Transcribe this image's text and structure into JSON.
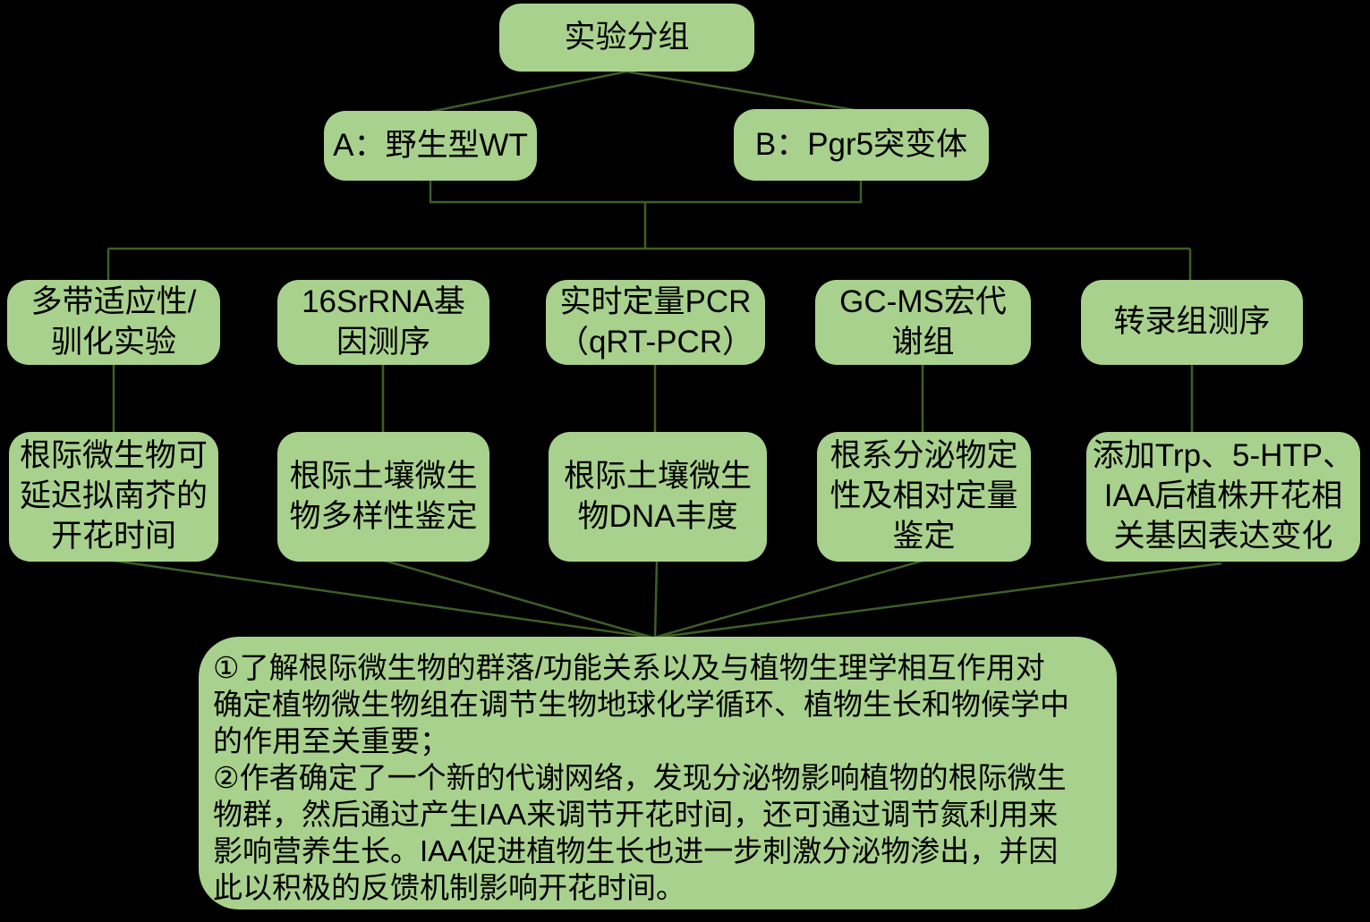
{
  "diagram": {
    "title_node": {
      "label": "实验分组"
    },
    "groups": [
      {
        "label": "A：野生型WT"
      },
      {
        "label": "B：Pgr5突变体"
      }
    ],
    "methods": [
      {
        "lines": [
          "多带适应性/",
          "驯化实验"
        ]
      },
      {
        "lines": [
          "16SrRNA基",
          "因测序"
        ]
      },
      {
        "lines": [
          "实时定量PCR",
          "（qRT-PCR）"
        ]
      },
      {
        "lines": [
          "GC-MS宏代",
          "谢组"
        ]
      },
      {
        "lines": [
          "转录组测序"
        ]
      }
    ],
    "results": [
      {
        "lines": [
          "根际微生物可",
          "延迟拟南芥的",
          "开花时间"
        ]
      },
      {
        "lines": [
          "根际土壤微生",
          "物多样性鉴定"
        ]
      },
      {
        "lines": [
          "根际土壤微生",
          "物DNA丰度"
        ]
      },
      {
        "lines": [
          "根系分泌物定",
          "性及相对定量",
          "鉴定"
        ]
      },
      {
        "lines": [
          "添加Trp、5-HTP、",
          "IAA后植株开花相",
          "关基因表达变化"
        ]
      }
    ],
    "conclusion": {
      "lines": [
        "①了解根际微生物的群落/功能关系以及与植物生理学相互作用对",
        "确定植物微生物组在调节生物地球化学循环、植物生长和物候学中",
        "的作用至关重要；",
        "②作者确定了一个新的代谢网络，发现分泌物影响植物的根际微生",
        "物群，然后通过产生IAA来调节开花时间，还可通过调节氮利用来",
        "影响营养生长。IAA促进植物生长也进一步刺激分泌物渗出，并因",
        "此以积极的反馈机制影响开花时间。"
      ]
    },
    "colors": {
      "node_fill": "#a9d18e",
      "connector": "#3f5e27",
      "text": "#000000",
      "background": "#000000"
    }
  }
}
